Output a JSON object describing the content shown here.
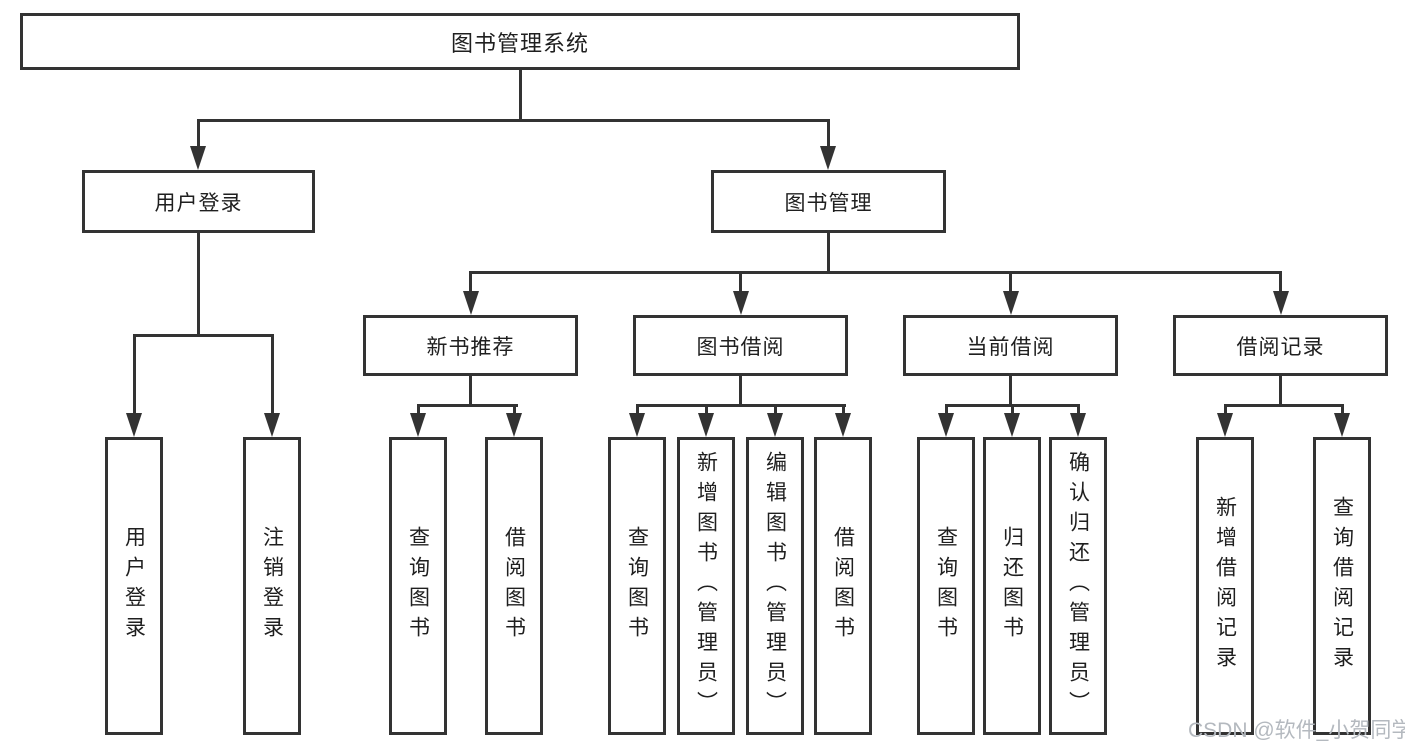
{
  "page": {
    "background": "#ffffff"
  },
  "colors": {
    "line": "#333333",
    "box_border": "#333333",
    "text": "#1f1f1f",
    "watermark": "#b4b9bf"
  },
  "tree": {
    "root": {
      "label": "图书管理系统"
    },
    "children": [
      {
        "label": "用户登录",
        "children": [
          {
            "label": "用户登录"
          },
          {
            "label": "注销登录"
          }
        ]
      },
      {
        "label": "图书管理",
        "children": [
          {
            "label": "新书推荐",
            "children": [
              {
                "label": "查询图书"
              },
              {
                "label": "借阅图书"
              }
            ]
          },
          {
            "label": "图书借阅",
            "children": [
              {
                "label": "查询图书"
              },
              {
                "label": "新增图书（管理员）"
              },
              {
                "label": "编辑图书（管理员）"
              },
              {
                "label": "借阅图书"
              }
            ]
          },
          {
            "label": "当前借阅",
            "children": [
              {
                "label": "查询图书"
              },
              {
                "label": "归还图书"
              },
              {
                "label": "确认归还（管理员）"
              }
            ]
          },
          {
            "label": "借阅记录",
            "children": [
              {
                "label": "新增借阅记录"
              },
              {
                "label": "查询借阅记录"
              }
            ]
          }
        ]
      }
    ]
  },
  "watermark": {
    "text": "CSDN @软件_小贺同学"
  }
}
